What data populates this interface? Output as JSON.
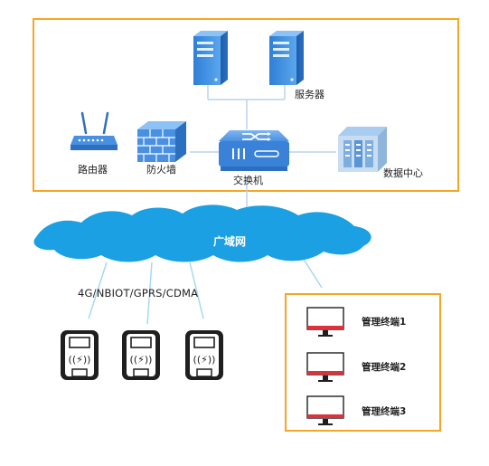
{
  "diagram": {
    "nodes": {
      "server": {
        "label": "服务器",
        "icon": "server-icon"
      },
      "router": {
        "label": "路由器",
        "icon": "router-icon"
      },
      "firewall": {
        "label": "防火墙",
        "icon": "firewall-icon"
      },
      "switch": {
        "label": "交换机",
        "icon": "switch-icon"
      },
      "datacenter": {
        "label": "数据中心",
        "icon": "datacenter-icon"
      },
      "wan": {
        "label": "广域网",
        "icon": "cloud-icon"
      }
    },
    "protocol_label": "4G/NBIOT/GPRS/CDMA",
    "charger_count": 3,
    "terminals": [
      {
        "label": "管理终端1"
      },
      {
        "label": "管理终端2"
      },
      {
        "label": "管理终端3"
      }
    ],
    "colors": {
      "frame": "#f5a623",
      "cloud": "#1aa0e3",
      "link": "#a8d8ee",
      "device_blue": "#4a90e2",
      "monitor_red": "#e0303a",
      "charger_dark": "#1f1f1f"
    }
  }
}
